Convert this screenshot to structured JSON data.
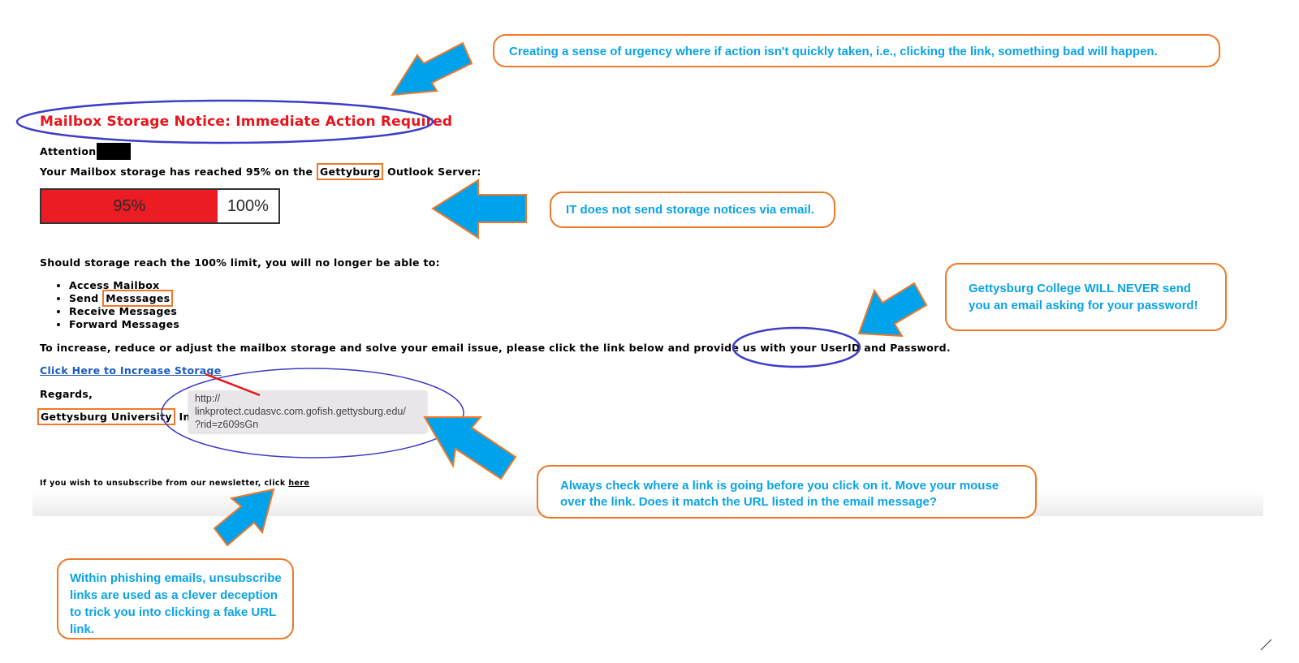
{
  "email": {
    "title": "Mailbox Storage Notice: Immediate Action Required",
    "attention_label": "Attention",
    "storage_prefix": "Your Mailbox storage has reached 95% on the ",
    "storage_org": "Gettyburg",
    "storage_suffix": " Outlook Server:",
    "progress": {
      "filled_percent": 95,
      "filled_label": "95%",
      "total_label": "100%",
      "fill_color": "#ec1c24"
    },
    "limit_text": "Should storage reach the 100% limit, you will no longer be able to:",
    "limits": [
      {
        "prefix": "Access Mailbox",
        "boxed": ""
      },
      {
        "prefix": "Send ",
        "boxed": "Messsages"
      },
      {
        "prefix": "Receive Messages",
        "boxed": ""
      },
      {
        "prefix": "Forward Messages",
        "boxed": ""
      }
    ],
    "instruction_prefix": "To increase, reduce or adjust the mailbox storage and solve your email issue, please click the link below and provide us with your ",
    "instruction_credentials": "UserID and Password.",
    "link_text": "Click Here to Increase Storage",
    "regards": "Regards,",
    "signature_boxed": "Gettysburg University",
    "signature_rest": " Inform",
    "tooltip_lines": [
      "http://",
      "linkprotect.cudasvc.com.gofish.gettysburg.edu/",
      "?rid=z609sGn"
    ],
    "unsubscribe_prefix": "If you wish to unsubscribe from our newsletter, click ",
    "unsubscribe_link": "here"
  },
  "callouts": {
    "urgency": "Creating a sense of urgency where if action isn't quickly taken, i.e., clicking the link, something bad will happen.",
    "storage": "IT does not send storage notices via email.",
    "password_line1": "Gettysburg College WILL NEVER send",
    "password_line2": "you an email asking for your password!",
    "link_line1": "Always check where a link is going before you click on it.  Move your mouse",
    "link_line2": "over the link.  Does it match the URL listed in the email message?",
    "unsub_line1": "Within phishing emails, unsubscribe",
    "unsub_line2": "links are used as a clever deception",
    "unsub_line3": "to trick you into clicking a fake URL",
    "unsub_line4": "link."
  },
  "colors": {
    "title_red": "#e8141c",
    "callout_text": "#0aa3e6",
    "callout_border": "#f07828",
    "arrow_fill": "#00a2ec",
    "ellipse": "#3c3cc8",
    "link_blue": "#1a5bbf"
  }
}
